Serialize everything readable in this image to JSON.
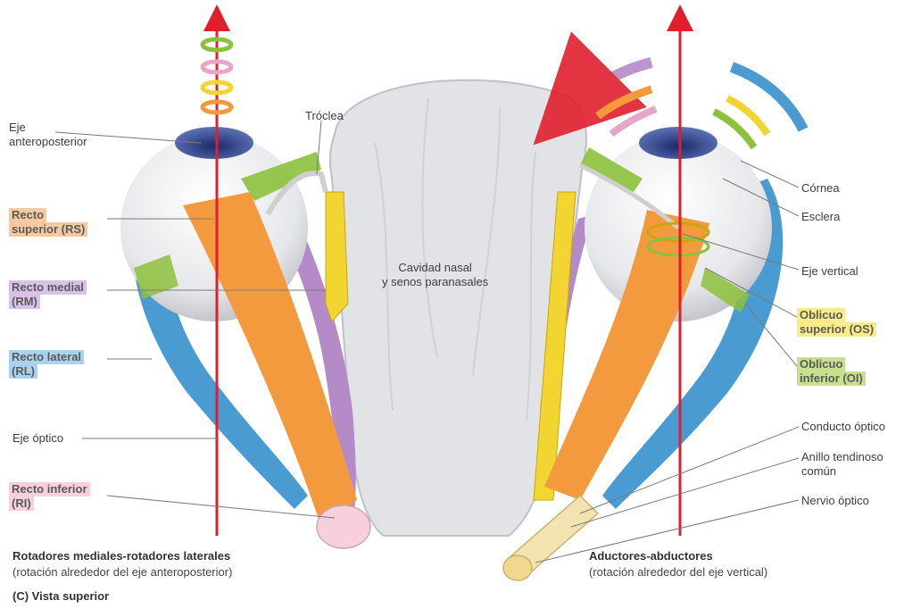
{
  "labels": {
    "eje_anteroposterior": [
      "Eje",
      "anteroposterior"
    ],
    "troclea": "Tróclea",
    "recto_superior": [
      "Recto",
      "superior (RS)"
    ],
    "recto_medial": [
      "Recto medial",
      "(RM)"
    ],
    "recto_lateral": [
      "Recto lateral",
      "(RL)"
    ],
    "eje_optico": "Eje óptico",
    "recto_inferior": [
      "Recto inferior",
      "(RI)"
    ],
    "cavidad_nasal": [
      "Cavidad nasal",
      "y senos paranasales"
    ],
    "cornea": "Córnea",
    "esclera": "Esclera",
    "eje_vertical": "Eje vertical",
    "oblicuo_superior": [
      "Oblicuo",
      "superior (OS)"
    ],
    "oblicuo_inferior": [
      "Oblicuo",
      "inferior (OI)"
    ],
    "conducto_optico": "Conducto óptico",
    "anillo_tendinoso": [
      "Anillo tendinoso",
      "común"
    ],
    "nervio_optico": "Nervio óptico"
  },
  "captions": {
    "left_title": "Rotadores mediales-rotadores laterales",
    "left_sub": "(rotación alrededor del eje anteroposterior)",
    "right_title": "Aductores-abductores",
    "right_sub": "(rotación alrededor del eje vertical)",
    "panel": "(C) Vista superior"
  },
  "colors": {
    "recto_superior": "#f39a3e",
    "recto_medial": "#b58ac8",
    "recto_lateral": "#4a9bd1",
    "recto_inferior": "#f2a8bd",
    "oblicuo_superior": "#f2d530",
    "oblicuo_inferior": "#8dc13c",
    "axis": "#e01f2d",
    "highlight_rs": "#f7c9a0",
    "highlight_rm": "#d9c2e6",
    "highlight_rl": "#a9d2ee",
    "highlight_ri": "#f8cfdc",
    "highlight_os": "#fbeb8a",
    "highlight_oi": "#c6e08e"
  }
}
